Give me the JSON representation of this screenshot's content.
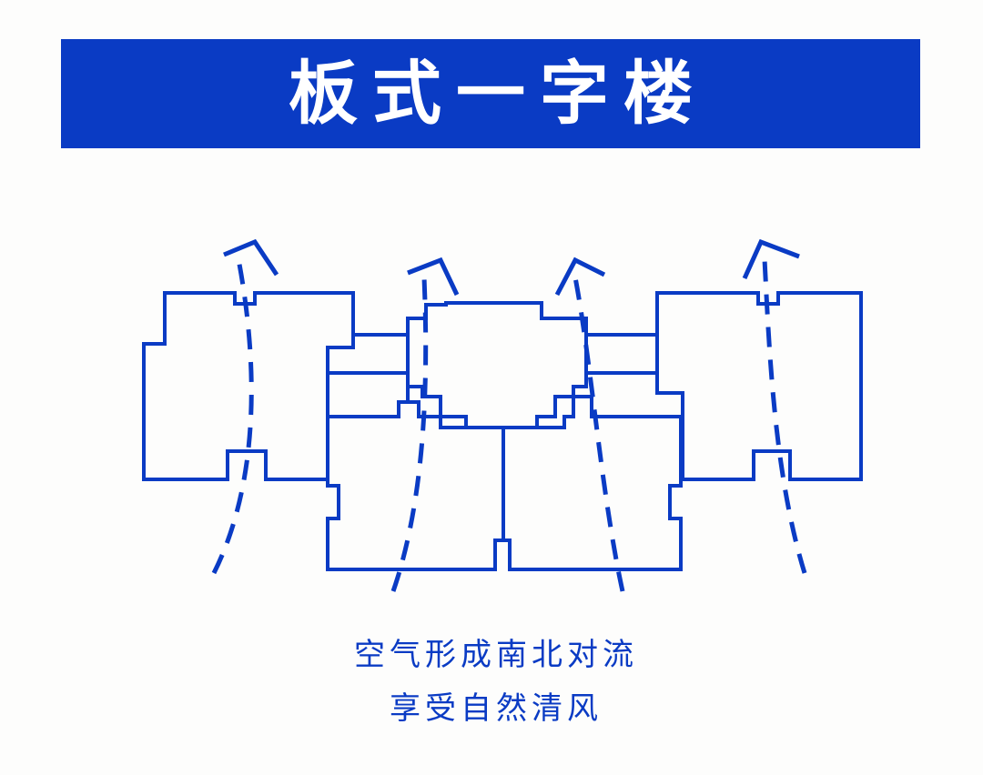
{
  "title": "板式一字楼",
  "caption_lines": [
    "空气形成南北对流",
    "享受自然清风"
  ],
  "colors": {
    "accent": "#0a3bc4",
    "background": "#fdfdfc",
    "title_text": "#ffffff"
  },
  "diagram": {
    "buildings": [
      "left-unit",
      "center-left-unit",
      "center-top-unit",
      "center-right-unit",
      "right-unit"
    ],
    "airflow_arrows": 4
  }
}
